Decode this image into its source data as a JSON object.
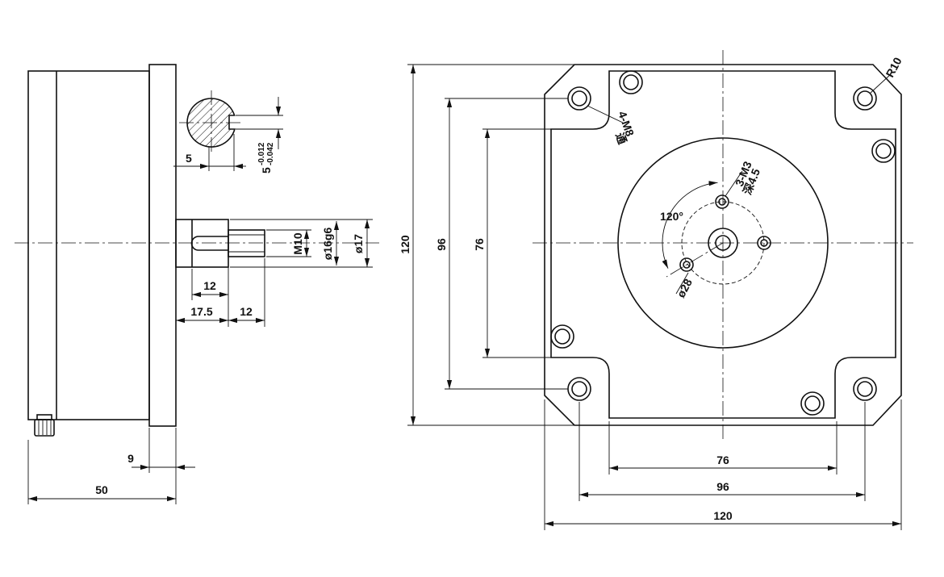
{
  "colors": {
    "line": "#111111",
    "background": "#ffffff"
  },
  "side_view": {
    "dim_flange": "9",
    "dim_length": "50",
    "dim_key_length": "12",
    "dim_key_offset": "17.5",
    "dim_thread_length": "12",
    "dim_thread": "M10",
    "dim_shaft_fit": "ø16g6",
    "dim_shaft_dia": "ø17",
    "section": {
      "dim_key_depth": "5",
      "key_width_nominal": "5",
      "key_width_tol_upper": "-0.012",
      "key_width_tol_lower": "-0.042"
    }
  },
  "front_view": {
    "dim_height_outer": "120",
    "dim_height_holes": "96",
    "dim_height_inner": "76",
    "dim_width_inner": "76",
    "dim_width_holes": "96",
    "dim_width_outer": "120",
    "corner_holes": "4-M8",
    "corner_holes_note": "通",
    "center_holes": "3-M3",
    "center_holes_depth": "深4.5",
    "hole_angle": "120°",
    "bolt_circle": "ø28",
    "corner_radius": "R10"
  }
}
